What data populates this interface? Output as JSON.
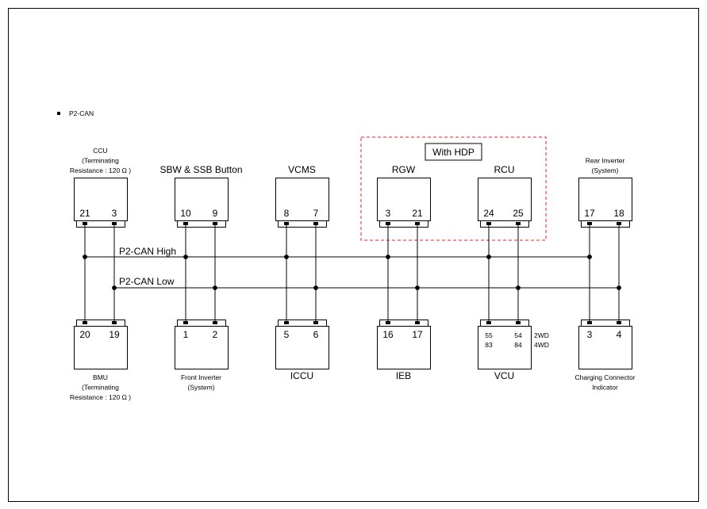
{
  "section_label": "P2-CAN",
  "bus_high_label": "P2-CAN High",
  "bus_low_label": "P2-CAN Low",
  "hdp_label": "With HDP",
  "top_modules": [
    {
      "id": "ccu",
      "label_lines": [
        "CCU",
        "(Terminating",
        "Resistance : 120      Ω )"
      ],
      "pins": [
        "21",
        "3"
      ],
      "color": "#d9141b"
    },
    {
      "id": "sbw",
      "label_lines": [
        "SBW & SSB Button"
      ],
      "pins": [
        "10",
        "9"
      ]
    },
    {
      "id": "vcms",
      "label_lines": [
        "VCMS"
      ],
      "pins": [
        "8",
        "7"
      ]
    },
    {
      "id": "rgw",
      "label_lines": [
        "RGW"
      ],
      "pins": [
        "3",
        "21"
      ]
    },
    {
      "id": "rcu",
      "label_lines": [
        "RCU"
      ],
      "pins": [
        "24",
        "25"
      ]
    },
    {
      "id": "rear-inverter",
      "label_lines": [
        "Rear Inverter",
        "(System)"
      ],
      "pins": [
        "17",
        "18"
      ]
    }
  ],
  "bottom_modules": [
    {
      "id": "bmu",
      "label_lines": [
        "BMU",
        "(Terminating",
        "Resistance : 120      Ω )"
      ],
      "pins": [
        "20",
        "19"
      ],
      "color": "#d9141b"
    },
    {
      "id": "front-inverter",
      "label_lines": [
        "Front Inverter",
        "(System)"
      ],
      "pins": [
        "1",
        "2"
      ]
    },
    {
      "id": "iccu",
      "label_lines": [
        "ICCU"
      ],
      "pins": [
        "5",
        "6"
      ]
    },
    {
      "id": "ieb",
      "label_lines": [
        "IEB"
      ],
      "pins": [
        "16",
        "17"
      ]
    },
    {
      "id": "vcu",
      "label_lines": [
        "VCU"
      ],
      "pins": [
        "55",
        "54"
      ],
      "pins_alt": [
        "83",
        "84"
      ],
      "variant_labels": [
        "2WD",
        "4WD"
      ]
    },
    {
      "id": "charging-connector",
      "label_lines": [
        "Charging Connector",
        "Indicator"
      ],
      "pins": [
        "3",
        "4"
      ]
    }
  ]
}
